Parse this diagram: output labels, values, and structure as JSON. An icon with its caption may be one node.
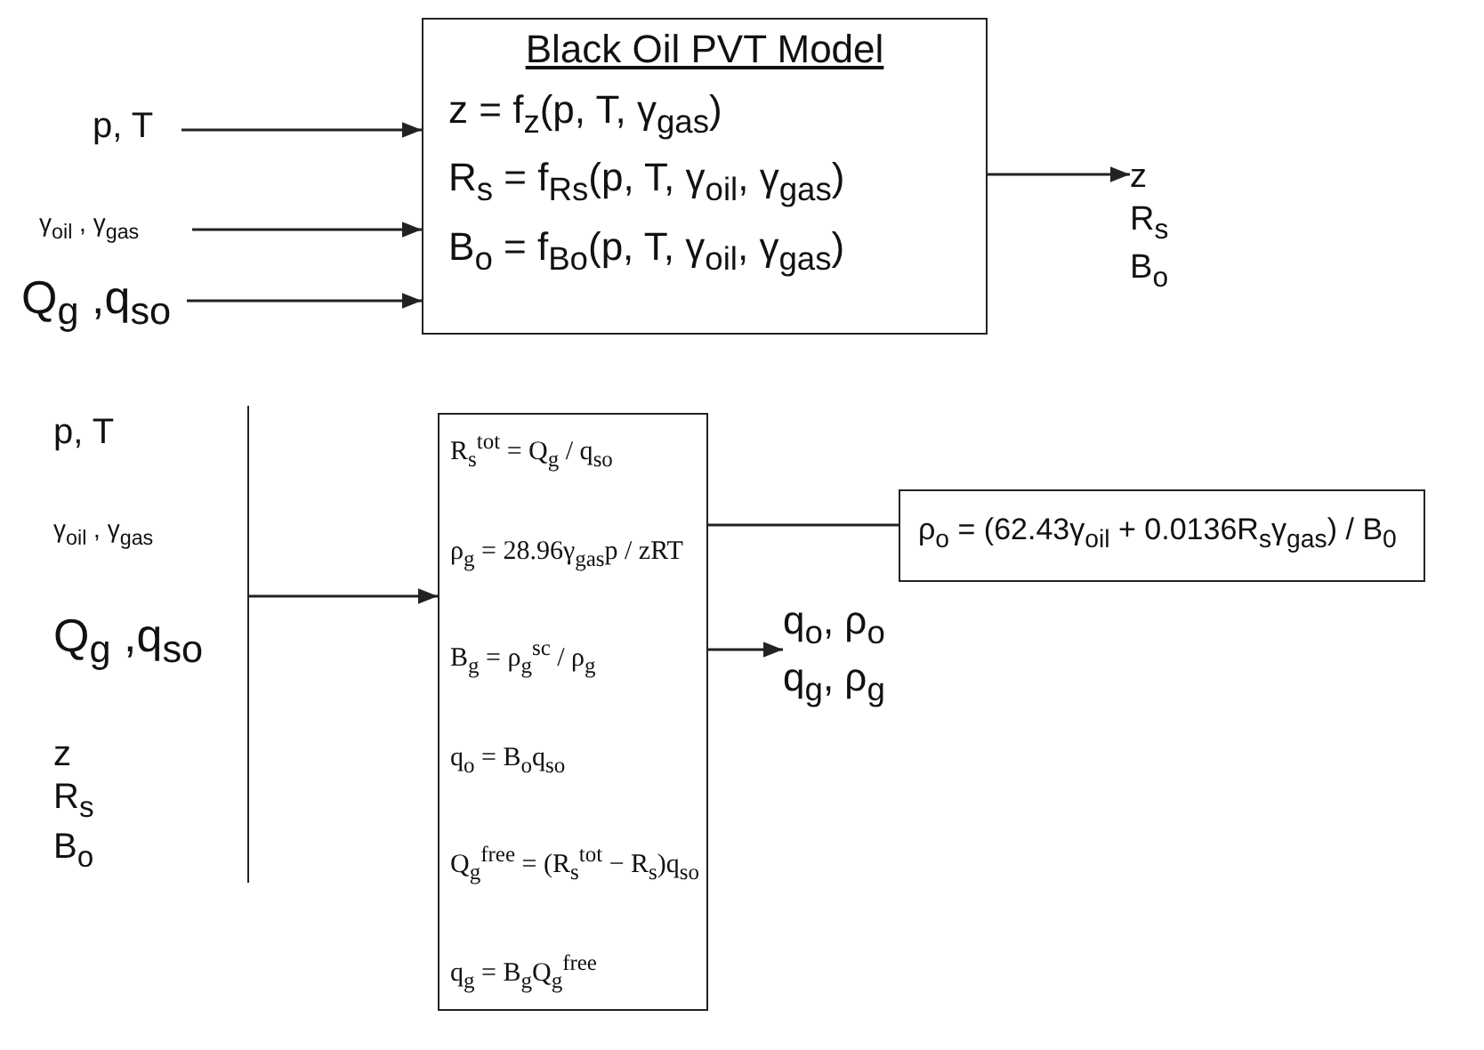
{
  "diagram": {
    "nodes": [
      {
        "text": [
          "Black Oil PVT Model",
          "z = f$_{z}$(p, T, γ$_{gas}$)",
          "R$_{s}$ = f$_{Rs}$(p, T, γ$_{oil}$, γ$_{gas}$)",
          "B$_{o}$ = f$_{Bo}$(p, T, γ$_{oil}$, γ$_{gas}$)"
        ]
      },
      {
        "text": [
          "p,  T"
        ]
      },
      {
        "text": [
          "γ$_{oil}$ , γ$_{gas}$"
        ]
      },
      {
        "text": [
          "Q$_{g}$ ,q$_{so}$"
        ]
      },
      {
        "text": [
          "z R$_{s}$ B$_{o}$"
        ]
      },
      {
        "text": [
          "p,  T",
          "γ$_{oil}$ , γ$_{gas}$",
          "Q$_{g}$ ,q$_{so}$",
          "z R$_{s}$ B$_{o}$"
        ]
      },
      {
        "text": [
          "R$_{s}$$^{tot}$ = Q$_{g}$ / q$_{so}$",
          "ρ$_{g}$ = 28.96γ$_{gas}$p / zRT",
          "B$_{g}$ = ρ$_{g}$$^{sc}$ / ρ$_{g}$",
          "q$_{o}$ = B$_{o}$q$_{so}$",
          "Q$_{g}$$^{free}$ = (R$_{s}$$^{tot}$ − R$_{s}$)q$_{so}$",
          "q$_{g}$ = B$_{g}$Q$_{g}$$^{free}$"
        ]
      },
      {
        "text": [
          "ρ$_{o}$ = (62.43γ$_{oil}$ + 0.0136R$_{s}$γ$_{gas}$) / B$_{0}$"
        ]
      },
      {
        "text": [
          "q$_{o}$, ρ$_{o}$ q$_{g}$, ρ$_{g}$"
        ]
      }
    ],
    "edges": [
      {
        "from": 1,
        "to": 0,
        "arrow": "to"
      },
      {
        "from": 2,
        "to": 0,
        "arrow": "to"
      },
      {
        "from": 3,
        "to": 0,
        "arrow": "to"
      },
      {
        "from": 0,
        "to": 4,
        "arrow": "to"
      },
      {
        "from": 5,
        "to": 6,
        "arrow": "to"
      },
      {
        "from": 6,
        "to": 7,
        "arrow": "none"
      },
      {
        "from": 6,
        "to": 8,
        "arrow": "to"
      }
    ]
  }
}
